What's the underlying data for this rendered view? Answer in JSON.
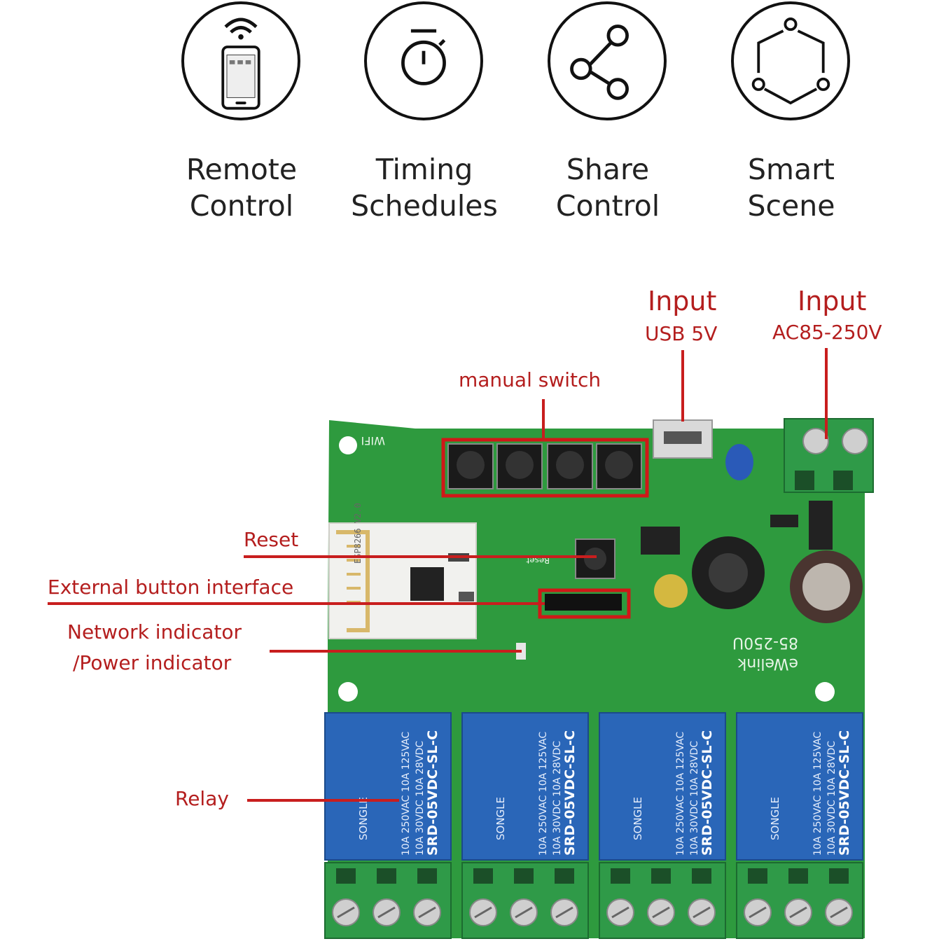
{
  "features": [
    {
      "icon": "phone-wifi-icon",
      "line1": "Remote",
      "line2": "Control"
    },
    {
      "icon": "stopwatch-icon",
      "line1": "Timing",
      "line2": "Schedules"
    },
    {
      "icon": "share-icon",
      "line1": "Share",
      "line2": "Control"
    },
    {
      "icon": "scene-hexagon-icon",
      "line1": "Smart",
      "line2": "Scene"
    }
  ],
  "callouts": {
    "input_usb_title": "Input",
    "input_usb_value": "USB 5V",
    "input_ac_title": "Input",
    "input_ac_value": "AC85-250V",
    "manual_switch": "manual switch",
    "reset": "Reset",
    "external_button": "External button interface",
    "network_indicator_1": "Network indicator",
    "network_indicator_2": "/Power indicator",
    "relay": "Relay"
  },
  "board": {
    "silk_wifi": "WIFI",
    "silk_brand": "eWelink",
    "silk_voltage": "85-250U",
    "silk_reset": "Reset",
    "module_label": "ESP8266 V2.0",
    "relay_brand": "SONGLE",
    "relay_model": "SRD-05VDC-SL-C",
    "relay_rating_1": "10A 250VAC  10A 125VAC",
    "relay_rating_2": "10A 30VDC  10A 28VDC",
    "relay_count": 4
  },
  "colors": {
    "accent": "#b41e1e",
    "pcb": "#2e9a3e",
    "relay": "#2a66b8",
    "terminal": "#2f9a48"
  }
}
